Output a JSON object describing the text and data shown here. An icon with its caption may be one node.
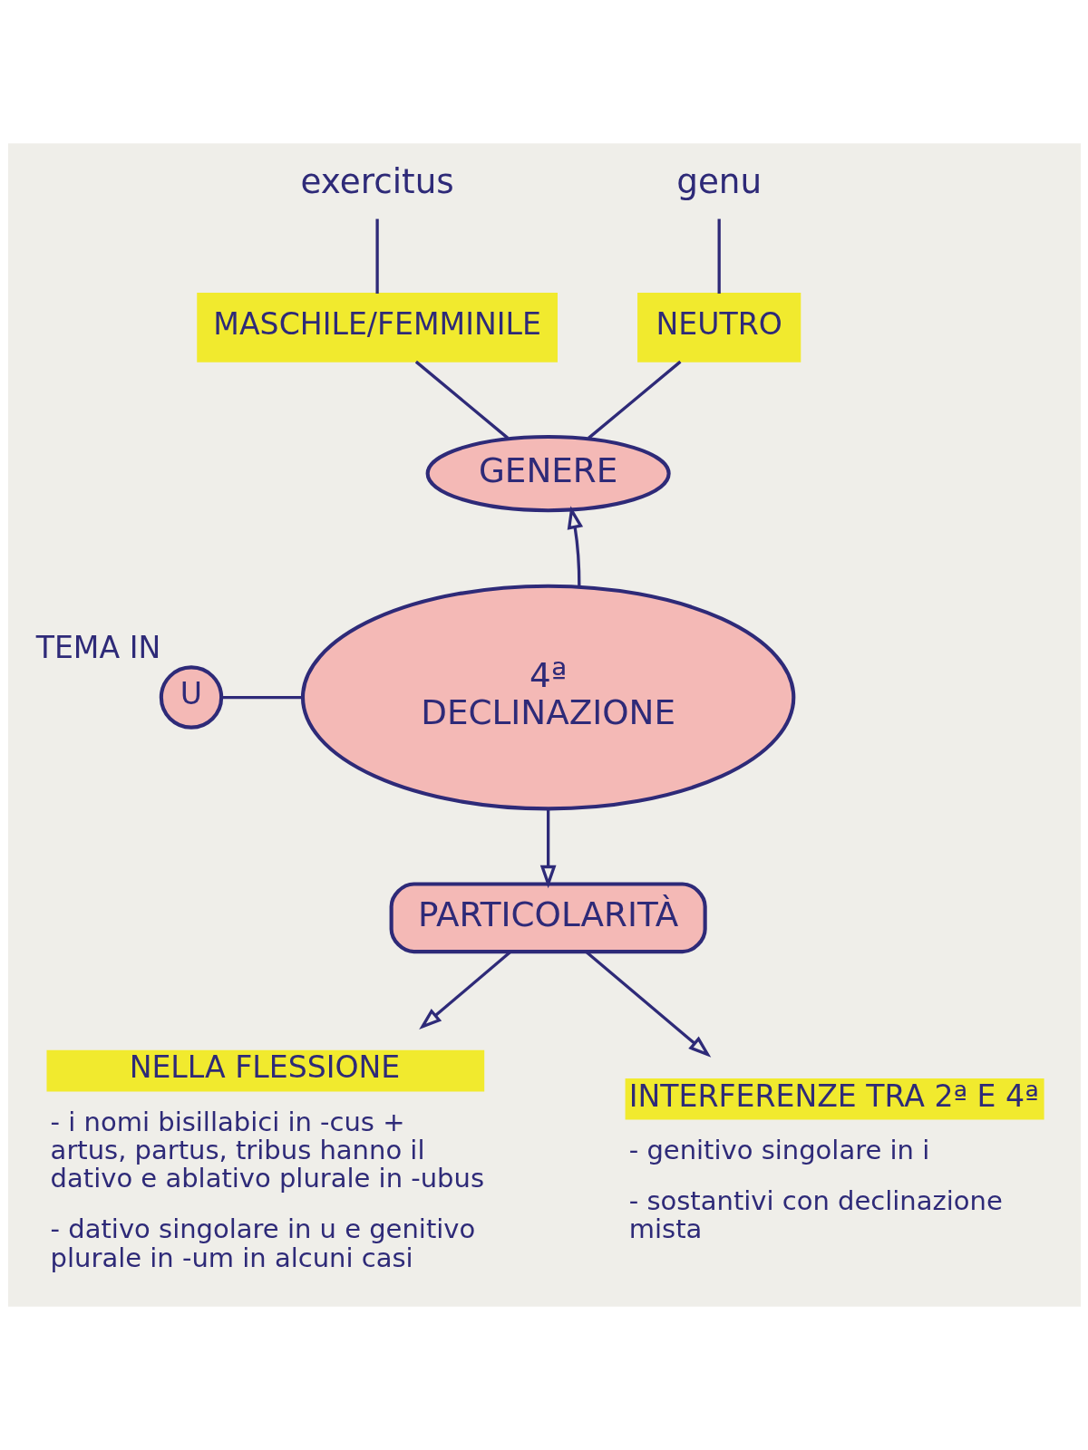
{
  "diagram": {
    "nodes": [
      {
        "text": [
          "exercitus"
        ]
      },
      {
        "text": [
          "genu"
        ]
      },
      {
        "text": [
          "MASCHILE/FEMMINILE"
        ]
      },
      {
        "text": [
          "NEUTRO"
        ]
      },
      {
        "text": [
          "GENERE"
        ]
      },
      {
        "text": [
          "U"
        ],
        "beside": [
          "TEMA IN"
        ]
      },
      {
        "text": [
          "4ª DECLINAZIONE"
        ]
      },
      {
        "text": [
          "PARTICOLARITÀ"
        ]
      },
      {
        "text": [
          "NELLA FLESSIONE",
          "- i nomi bisillabici in -cus + artus, partus, tribus hanno il dativo e ablativo plurale in -ubus",
          "- dativo singolare in u e genitivo plurale in -um in alcuni casi"
        ]
      },
      {
        "text": [
          "INTERFERENZE TRA 2ª E 4ª",
          "- genitivo singolare in i",
          "- sostantivi con declinazione mista"
        ]
      }
    ],
    "edges": [
      {
        "from": 0,
        "to": 2,
        "arrow": "none"
      },
      {
        "from": 1,
        "to": 3,
        "arrow": "none"
      },
      {
        "from": 2,
        "to": 4,
        "arrow": "none"
      },
      {
        "from": 3,
        "to": 4,
        "arrow": "none"
      },
      {
        "from": 6,
        "to": 4,
        "arrow": "to"
      },
      {
        "from": 5,
        "to": 6,
        "arrow": "none"
      },
      {
        "from": 6,
        "to": 7,
        "arrow": "to"
      },
      {
        "from": 7,
        "to": 8,
        "arrow": "to"
      },
      {
        "from": 7,
        "to": 9,
        "arrow": "to"
      }
    ]
  }
}
